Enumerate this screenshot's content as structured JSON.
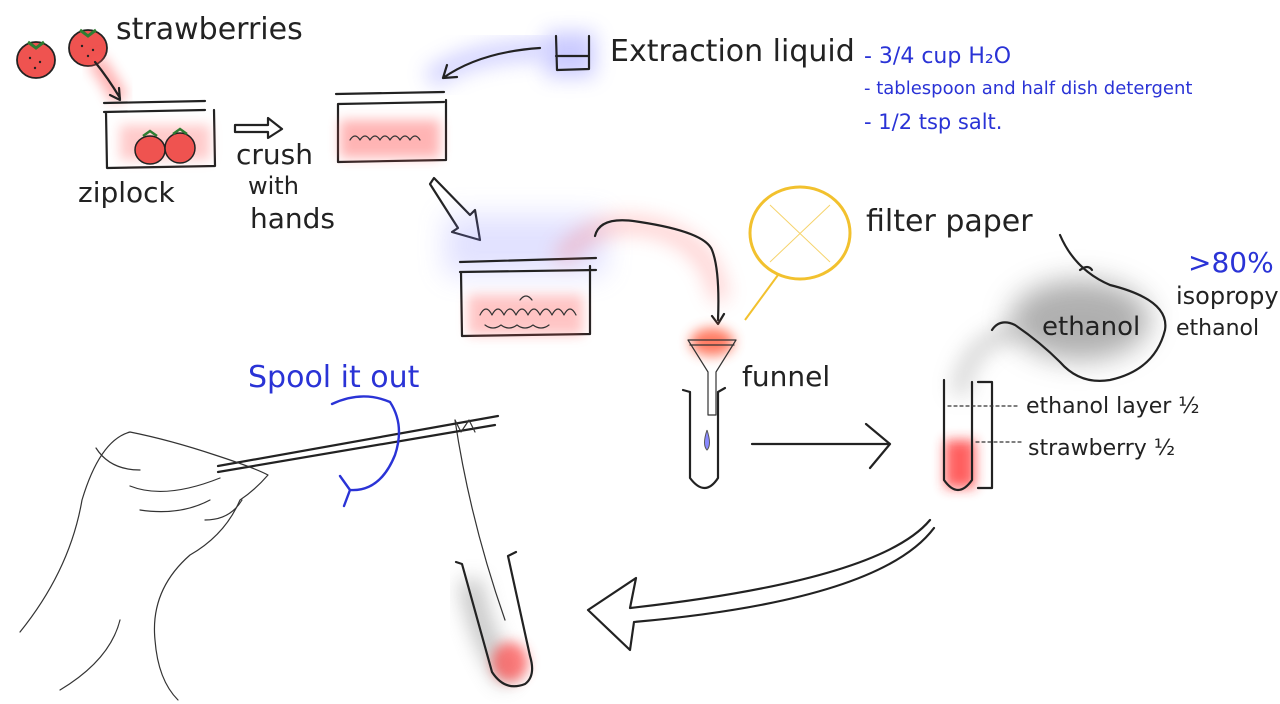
{
  "labels": {
    "strawberries": "strawberries",
    "ziplock": "ziplock",
    "crush_line1": "crush",
    "crush_line2": "with",
    "crush_line3": "hands",
    "extraction_liquid": "Extraction liquid",
    "recipe": [
      "- 3/4 cup H₂O",
      "- tablespoon and half dish detergent",
      "- 1/2 tsp salt."
    ],
    "filter_paper": "filter paper",
    "funnel": "funnel",
    "ethanol": "ethanol",
    "percent": ">80%",
    "isopropyl_line1": "isopropyl",
    "isopropyl_line2": "ethanol",
    "ethanol_layer": "ethanol layer ½",
    "strawberry_layer": "strawberry ½",
    "spool": "Spool it out"
  },
  "colors": {
    "ink": "#222222",
    "blue_ink": "#2a33d6",
    "strawberry_red": "#e53935",
    "filter_yellow": "#f2c12e",
    "ethanol_gray": "#8a8a8a"
  }
}
